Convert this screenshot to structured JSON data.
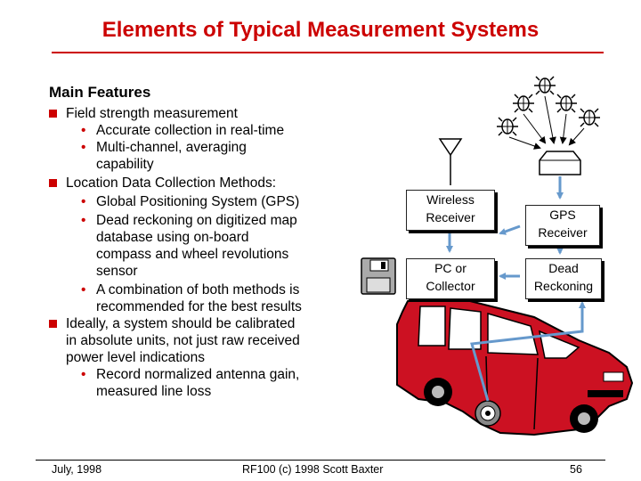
{
  "slide": {
    "title": "Elements of Typical Measurement Systems",
    "section_heading": "Main Features",
    "bullets": {
      "b1": "Field strength measurement",
      "b1_1": "Accurate collection in real-time",
      "b1_2a": "Multi-channel, averaging",
      "b1_2b": "capability",
      "b2": "Location Data Collection Methods:",
      "b2_1": "Global Positioning System (GPS)",
      "b2_2a": "Dead reckoning on digitized map",
      "b2_2b": "database using on-board",
      "b2_2c": "compass and wheel revolutions",
      "b2_2d": "sensor",
      "b2_3a": "A combination of both methods is",
      "b2_3b": "recommended for the best results",
      "b3a": "Ideally, a system should be calibrated",
      "b3b": "in absolute units, not just raw received",
      "b3c": "power level indications",
      "b3_1a": "Record normalized antenna gain,",
      "b3_1b": "measured line loss"
    },
    "sub_bullet_glyph": "•"
  },
  "diagram": {
    "wireless_receiver": [
      "Wireless",
      "Receiver"
    ],
    "gps_receiver": [
      "GPS",
      "Receiver"
    ],
    "pc_collector": [
      "PC or",
      "Collector"
    ],
    "dead_reckoning": [
      "Dead",
      "Reckoning"
    ],
    "colors": {
      "arrow": "#6699cc",
      "vehicle": "#cc1122",
      "title": "#cc0000"
    },
    "icons": [
      "satellite-icon",
      "antenna-icon",
      "gps-antenna-icon",
      "floppy-disk-icon",
      "vehicle-icon",
      "wheel-sensor-icon"
    ]
  },
  "footer": {
    "date": "July, 1998",
    "center": "RF100 (c) 1998 Scott Baxter",
    "page": "56"
  }
}
